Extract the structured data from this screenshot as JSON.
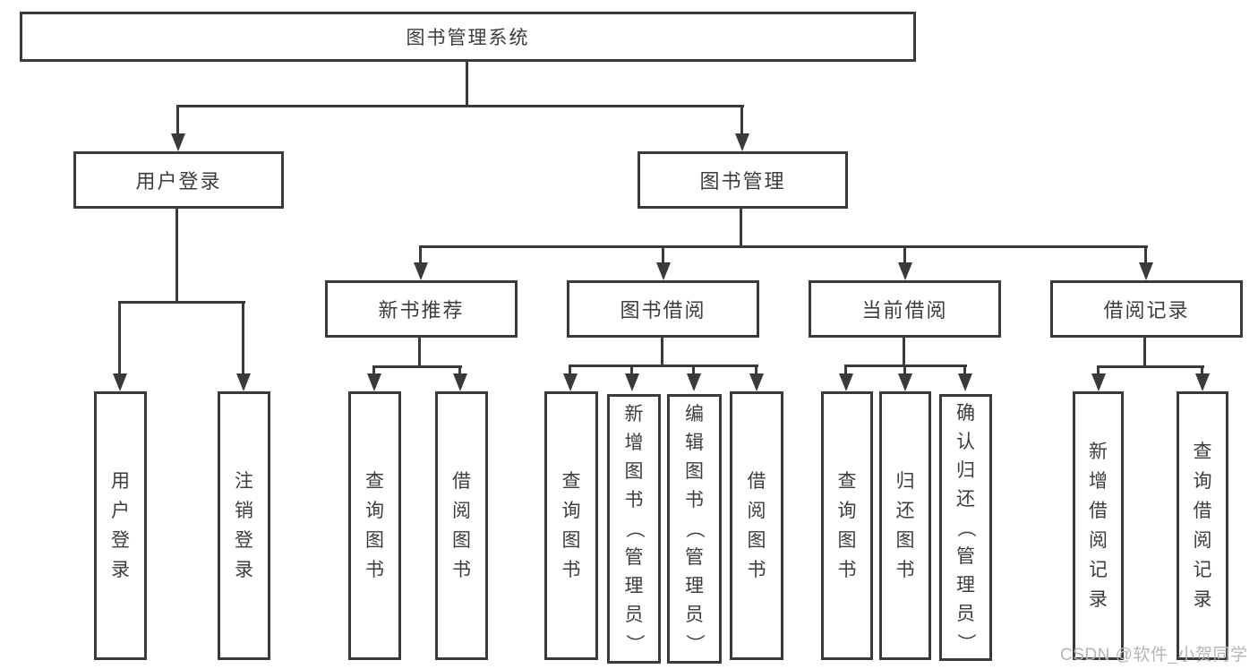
{
  "diagram": {
    "watermark": "CSDN @软件_小贺同学",
    "colors": {
      "line": "#3a3a3a",
      "text": "#3d3d3d",
      "watermark": "#b5b5b5",
      "background": "#ffffff"
    },
    "tree": {
      "label": "图书管理系统",
      "children": [
        {
          "label": "用户登录",
          "children": [
            {
              "label": "用户登录"
            },
            {
              "label": "注销登录"
            }
          ]
        },
        {
          "label": "图书管理",
          "children": [
            {
              "label": "新书推荐",
              "children": [
                {
                  "label": "查询图书"
                },
                {
                  "label": "借阅图书"
                }
              ]
            },
            {
              "label": "图书借阅",
              "children": [
                {
                  "label": "查询图书"
                },
                {
                  "label": "新增图书（管理员）"
                },
                {
                  "label": "编辑图书（管理员）"
                },
                {
                  "label": "借阅图书"
                }
              ]
            },
            {
              "label": "当前借阅",
              "children": [
                {
                  "label": "查询图书"
                },
                {
                  "label": "归还图书"
                },
                {
                  "label": "确认归还（管理员）"
                }
              ]
            },
            {
              "label": "借阅记录",
              "children": [
                {
                  "label": "新增借阅记录"
                },
                {
                  "label": "查询借阅记录"
                }
              ]
            }
          ]
        }
      ]
    }
  }
}
